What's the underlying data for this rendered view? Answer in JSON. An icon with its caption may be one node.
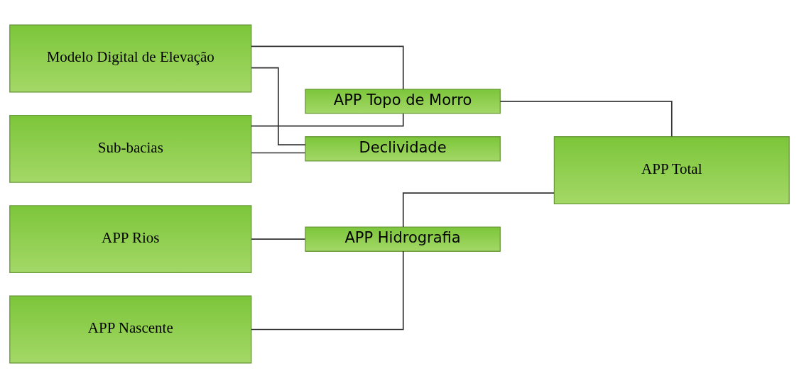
{
  "diagram": {
    "nodes": [
      {
        "text": [
          "Modelo Digital de Elevação"
        ]
      },
      {
        "text": [
          "Sub-bacias"
        ]
      },
      {
        "text": [
          "APP Rios"
        ]
      },
      {
        "text": [
          "APP Nascente"
        ]
      },
      {
        "text": [
          "Declividade"
        ]
      },
      {
        "text": [
          "APP Topo de Morro"
        ]
      },
      {
        "text": [
          "APP Hidrografia"
        ]
      },
      {
        "text": [
          "APP Total"
        ]
      }
    ],
    "edges": [
      {
        "from": 0,
        "to": 4,
        "arrow": "none"
      },
      {
        "from": 0,
        "to": 5,
        "arrow": "none"
      },
      {
        "from": 1,
        "to": 4,
        "arrow": "none"
      },
      {
        "from": 1,
        "to": 5,
        "arrow": "none"
      },
      {
        "from": 2,
        "to": 6,
        "arrow": "none"
      },
      {
        "from": 3,
        "to": 6,
        "arrow": "none"
      },
      {
        "from": 5,
        "to": 7,
        "arrow": "none"
      },
      {
        "from": 6,
        "to": 7,
        "arrow": "none"
      }
    ]
  }
}
